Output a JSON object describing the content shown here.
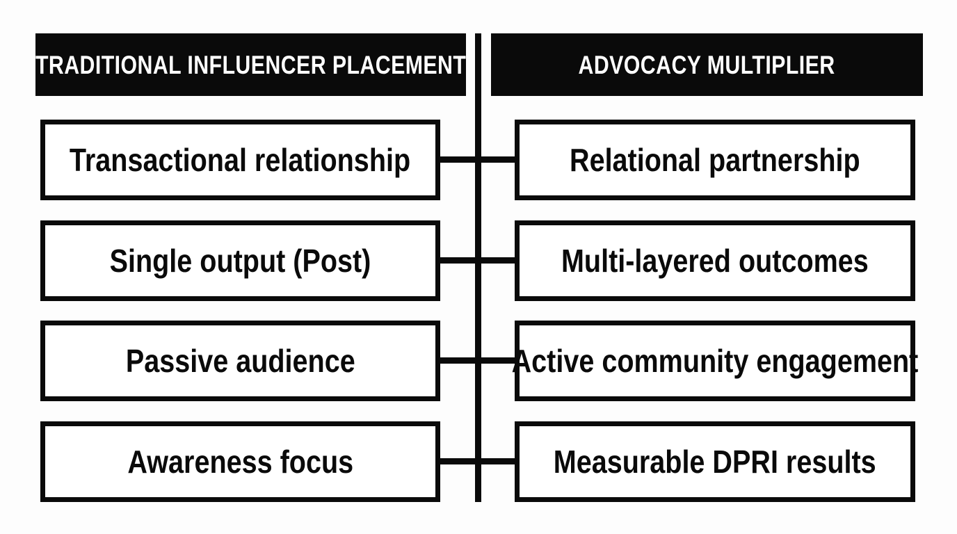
{
  "diagram": {
    "type": "two-column-comparison",
    "background_color": "#fdfdfd",
    "ink_color": "#0a0a0a",
    "box_fill_color": "#ffffff",
    "header_text_color": "#ffffff",
    "columns": [
      {
        "id": "left",
        "header": "TRADITIONAL INFLUENCER PLACEMENT"
      },
      {
        "id": "right",
        "header": "ADVOCACY MULTIPLIER"
      }
    ],
    "rows": [
      {
        "left": "Transactional relationship",
        "right": "Relational partnership"
      },
      {
        "left": "Single output (Post)",
        "right": "Multi-layered outcomes"
      },
      {
        "left": "Passive audience",
        "right": "Active community engagement"
      },
      {
        "left": "Awareness focus",
        "right": "Measurable DPRI results"
      }
    ]
  }
}
